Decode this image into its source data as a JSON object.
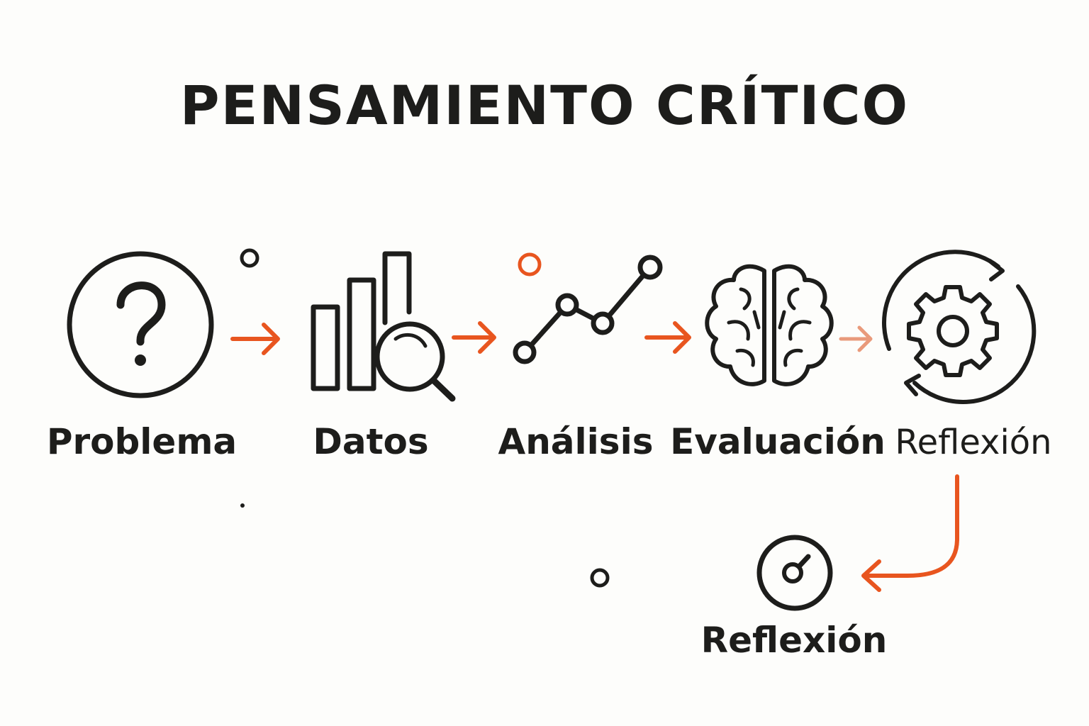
{
  "title": "PENSAMIENTO CRÍTICO",
  "steps": [
    {
      "label": "Problema",
      "icon": "question-icon"
    },
    {
      "label": "Datos",
      "icon": "bar-chart-magnifier-icon"
    },
    {
      "label": "Análisis",
      "icon": "line-graph-icon"
    },
    {
      "label": "Evaluación",
      "icon": "brain-icon"
    },
    {
      "label": "Reflexión",
      "icon": "cycle-gear-icon"
    }
  ],
  "final_step": {
    "label": "Reflexión",
    "icon": "gauge-icon"
  },
  "colors": {
    "ink": "#1d1d1b",
    "accent": "#e8551f",
    "accent_faded": "#e99a7b",
    "background": "#fdfdfb"
  }
}
